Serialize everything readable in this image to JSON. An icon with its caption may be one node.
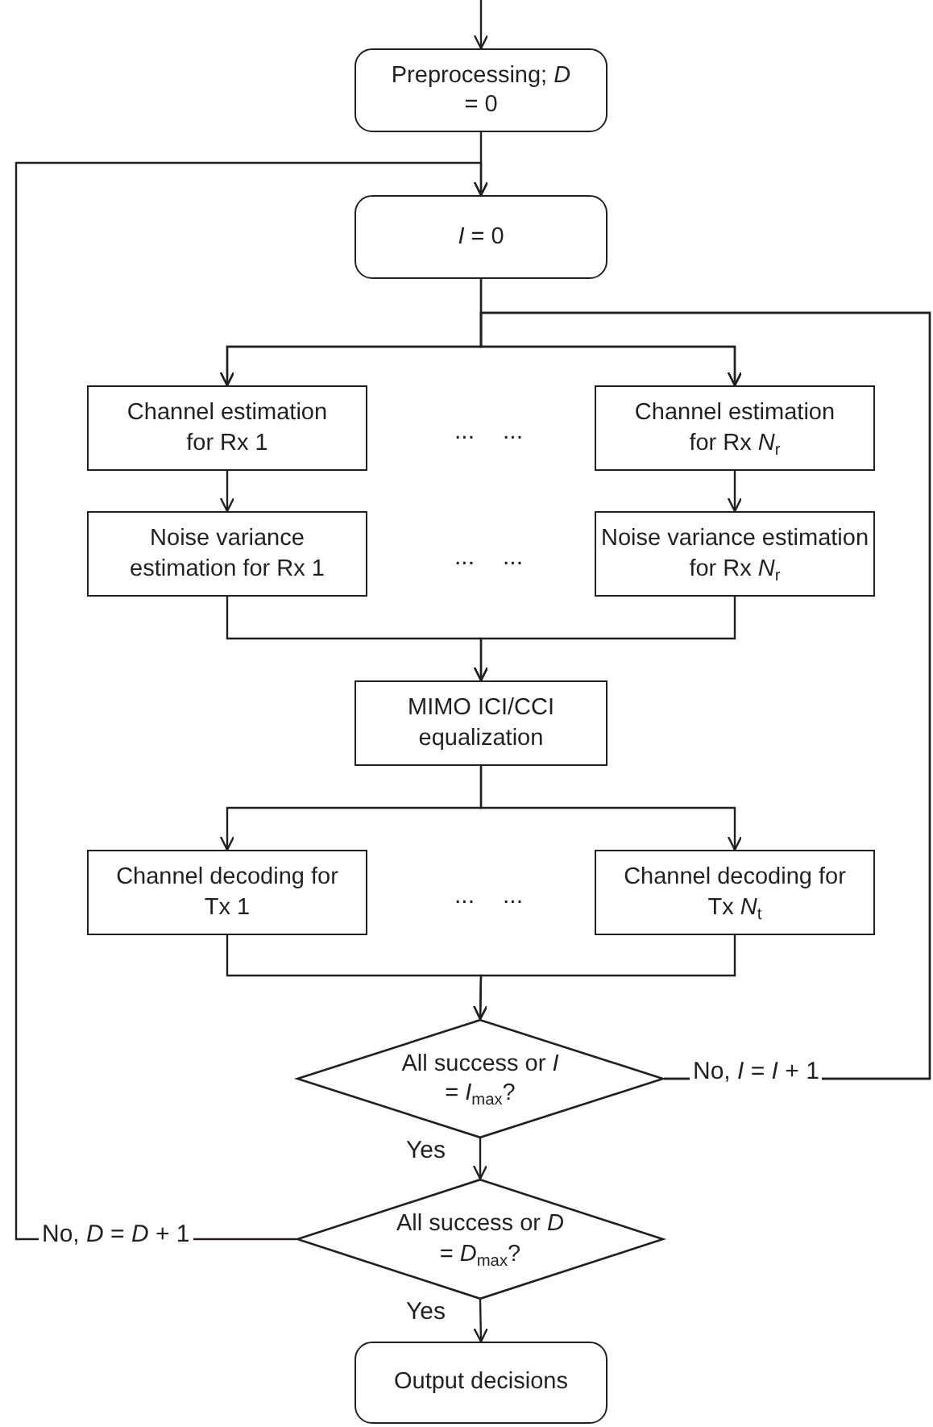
{
  "diagram": {
    "nodes": [
      {
        "text": [
          "Preprocessing; *D* = 0"
        ]
      },
      {
        "text": [
          "*I* = 0"
        ]
      },
      {
        "text": [
          "Channel estimation for Rx 1"
        ]
      },
      {
        "text": [
          "Channel estimation for Rx *N*$_{r}$"
        ]
      },
      {
        "text": [
          "Noise variance estimation for Rx 1"
        ]
      },
      {
        "text": [
          "Noise variance estimation for Rx *N*$_{r}$"
        ]
      },
      {
        "text": [
          "MIMO ICI/CCI equalization"
        ]
      },
      {
        "text": [
          "Channel decoding for Tx 1"
        ]
      },
      {
        "text": [
          "Channel decoding for Tx *N*$_{t}$"
        ]
      },
      {
        "text": [
          "All success or *I* = *I*$_{max}$?"
        ]
      },
      {
        "text": [
          "All success or *D* = *D*$_{max}$?"
        ]
      },
      {
        "text": [
          "Output decisions"
        ]
      }
    ],
    "edges": [
      {
        "from": null,
        "to": 0,
        "arrow": "to"
      },
      {
        "from": 0,
        "to": 1,
        "arrow": "to"
      },
      {
        "from": 10,
        "to": 1,
        "label": "No, *D* = *D* + 1",
        "arrow": "to"
      },
      {
        "from": 1,
        "to": 2,
        "arrow": "to"
      },
      {
        "from": 1,
        "to": 3,
        "arrow": "to"
      },
      {
        "from": 9,
        "to": 2,
        "label": "No, *I* = *I* + 1",
        "arrow": "to"
      },
      {
        "from": 9,
        "to": 3,
        "arrow": "to"
      },
      {
        "from": 2,
        "to": 4,
        "arrow": "to"
      },
      {
        "from": 3,
        "to": 5,
        "arrow": "to"
      },
      {
        "from": 4,
        "to": 6,
        "arrow": "to"
      },
      {
        "from": 5,
        "to": 6,
        "arrow": "to"
      },
      {
        "from": 6,
        "to": 7,
        "arrow": "to"
      },
      {
        "from": 6,
        "to": 8,
        "arrow": "to"
      },
      {
        "from": 7,
        "to": 9,
        "arrow": "to"
      },
      {
        "from": 8,
        "to": 9,
        "arrow": "to"
      },
      {
        "from": 9,
        "to": 10,
        "label": "Yes",
        "arrow": "to"
      },
      {
        "from": 10,
        "to": 11,
        "label": "Yes",
        "arrow": "to"
      }
    ],
    "labels": [
      "...",
      "...",
      "...",
      "...",
      "...",
      "..."
    ]
  }
}
